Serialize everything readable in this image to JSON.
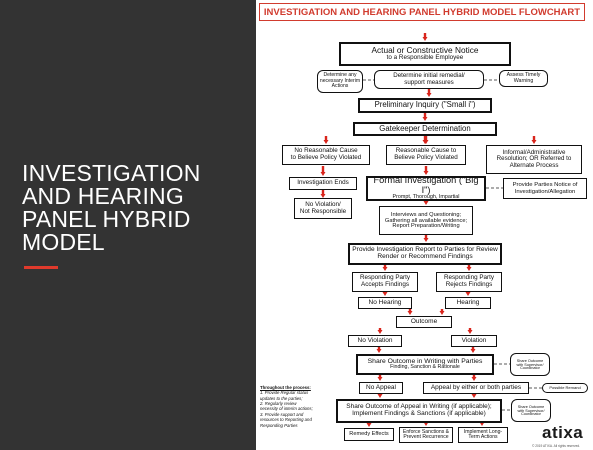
{
  "slide": {
    "title_lines": [
      "INVESTIGATION",
      "AND HEARING",
      "PANEL HYBRID",
      "MODEL"
    ],
    "accent_color": "#e03a2c"
  },
  "flowchart": {
    "title": "INVESTIGATION AND HEARING PANEL HYBRID MODEL FLOWCHART",
    "accent_color": "#d13b2e",
    "arrow_color": "#d9251c",
    "notice": [
      "Actual or Constructive Notice",
      "to a Responsible Employee"
    ],
    "interim": [
      "Determine any",
      "necessary Interim",
      "Actions"
    ],
    "remedial": [
      "Determine initial remedial/",
      "support measures"
    ],
    "timely": [
      "Assess Timely",
      "Warning"
    ],
    "small_i": "Preliminary Inquiry (\"Small i\")",
    "gatekeeper": "Gatekeeper Determination",
    "no_cause": [
      "No Reasonable Cause",
      "to Believe Policy Violated"
    ],
    "yes_cause": [
      "Reasonable Cause to",
      "Believe Policy Violated"
    ],
    "informal": [
      "Informal/Administrative",
      "Resolution; OR Referred to",
      "Alternate Process"
    ],
    "inv_ends": "Investigation Ends",
    "no_violation_nr": [
      "No Violation/",
      "Not Responsible"
    ],
    "big_i": "Formal Investigation (\"Big I\")",
    "big_i_sub": "Prompt, Thorough, Impartial",
    "notice_parties": [
      "Provide Parties Notice of",
      "Investigation/Allegation"
    ],
    "interviews": [
      "Interviews and Questioning;",
      "Gathering all available evidence;",
      "Report Preparation/Writing"
    ],
    "report": [
      "Provide Investigation Report to Parties for Review",
      "Render or Recommend Findings"
    ],
    "accepts": [
      "Responding Party",
      "Accepts Findings"
    ],
    "rejects": [
      "Responding Party",
      "Rejects Findings"
    ],
    "no_hearing": "No Hearing",
    "hearing": "Hearing",
    "outcome": "Outcome",
    "no_violation": "No Violation",
    "violation": "Violation",
    "share_outcome": "Share Outcome in Writing with Parties",
    "share_outcome_sub": "Finding, Sanction & Rationale",
    "share_sup_1": [
      "Share Outcome",
      "with Supervisor/",
      "Coordinator"
    ],
    "no_appeal": "No Appeal",
    "appeal": "Appeal by either or both parties",
    "remand": "Possible Remand",
    "share_appeal": [
      "Share Outcome of Appeal in Writing (if applicable);",
      "Implement Findings & Sanctions (if applicable)"
    ],
    "share_sup_2": [
      "Share Outcome",
      "with Supervisor/",
      "Coordinator"
    ],
    "remedy": "Remedy Effects",
    "enforce": [
      "Enforce Sanctions &",
      "Prevent Recurrence"
    ],
    "longterm": [
      "Implement Long-",
      "Term Actions"
    ],
    "process_heading": "Throughout the process:",
    "process_notes": [
      "1. Provide Regular status",
      "updates to the parties;",
      "2. Regularly review",
      "necessity of interim actions;",
      "3. Provide support and",
      "resources to Reporting and",
      "Responding Parties"
    ],
    "logo": "atixa",
    "copyright": "© 2019 ATIXA. All rights reserved."
  }
}
